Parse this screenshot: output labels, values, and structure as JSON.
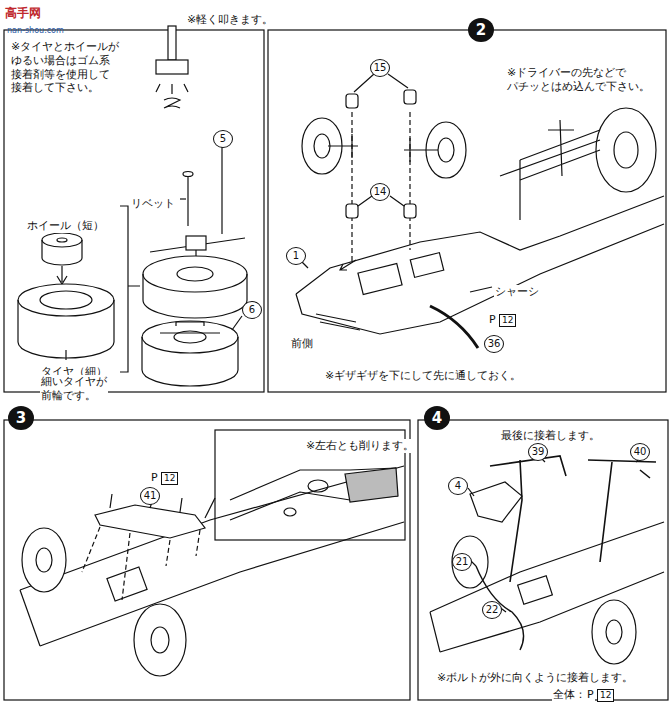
{
  "diagram": {
    "labels": [
      "高手网",
      "nan-shou.com",
      "※軽く叩きます。",
      "※タイヤとホイールが ゆるい場合はゴム系 接着剤等を使用して 接着して下さい。",
      "リベット",
      "5",
      "ホイール（短）",
      "タイヤ（細）",
      "細いタイヤが 前輪です。",
      "6",
      "2",
      "15",
      "※ドライバーの先などで パチッとはめ込んで下さい。",
      "14",
      "1",
      "シャーシ",
      "P",
      "12",
      "36",
      "前側",
      "※ギザギザを下にして先に通しておく。",
      "3",
      "※左右とも削ります。",
      "P",
      "12",
      "41",
      "4",
      "最後に接着します。",
      "39",
      "40",
      "4",
      "21",
      "22",
      "※ボルトが外に向くように接着します。",
      "全体：",
      "P",
      "12"
    ]
  }
}
